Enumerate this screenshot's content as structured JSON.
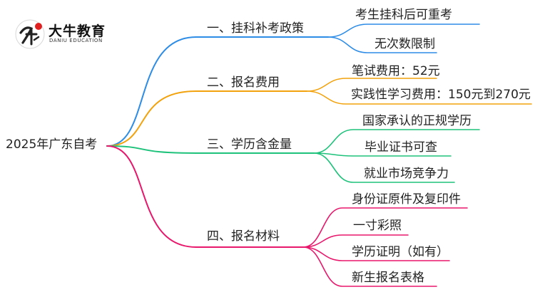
{
  "logo": {
    "name_cn": "大牛教育",
    "name_en": "DANIU EDUCATION"
  },
  "root": {
    "label": "2025年广东自考"
  },
  "branches": [
    {
      "label": "一、挂科补考政策",
      "color": "#2d8ce6",
      "children": [
        "考生挂科后可重考",
        "无次数限制"
      ]
    },
    {
      "label": "二、报名费用",
      "color": "#f2a20c",
      "children": [
        "笔试费用：52元",
        "实践性学习费用：150元到270元"
      ]
    },
    {
      "label": "三、学历含金量",
      "color": "#1ec27a",
      "children": [
        "国家承认的正规学历",
        "毕业证书可查",
        "就业市场竞争力"
      ]
    },
    {
      "label": "四、报名材料",
      "color": "#e8176b",
      "children": [
        "身份证原件及复印件",
        "一寸彩照",
        "学历证明（如有）",
        "新生报名表格"
      ]
    }
  ]
}
